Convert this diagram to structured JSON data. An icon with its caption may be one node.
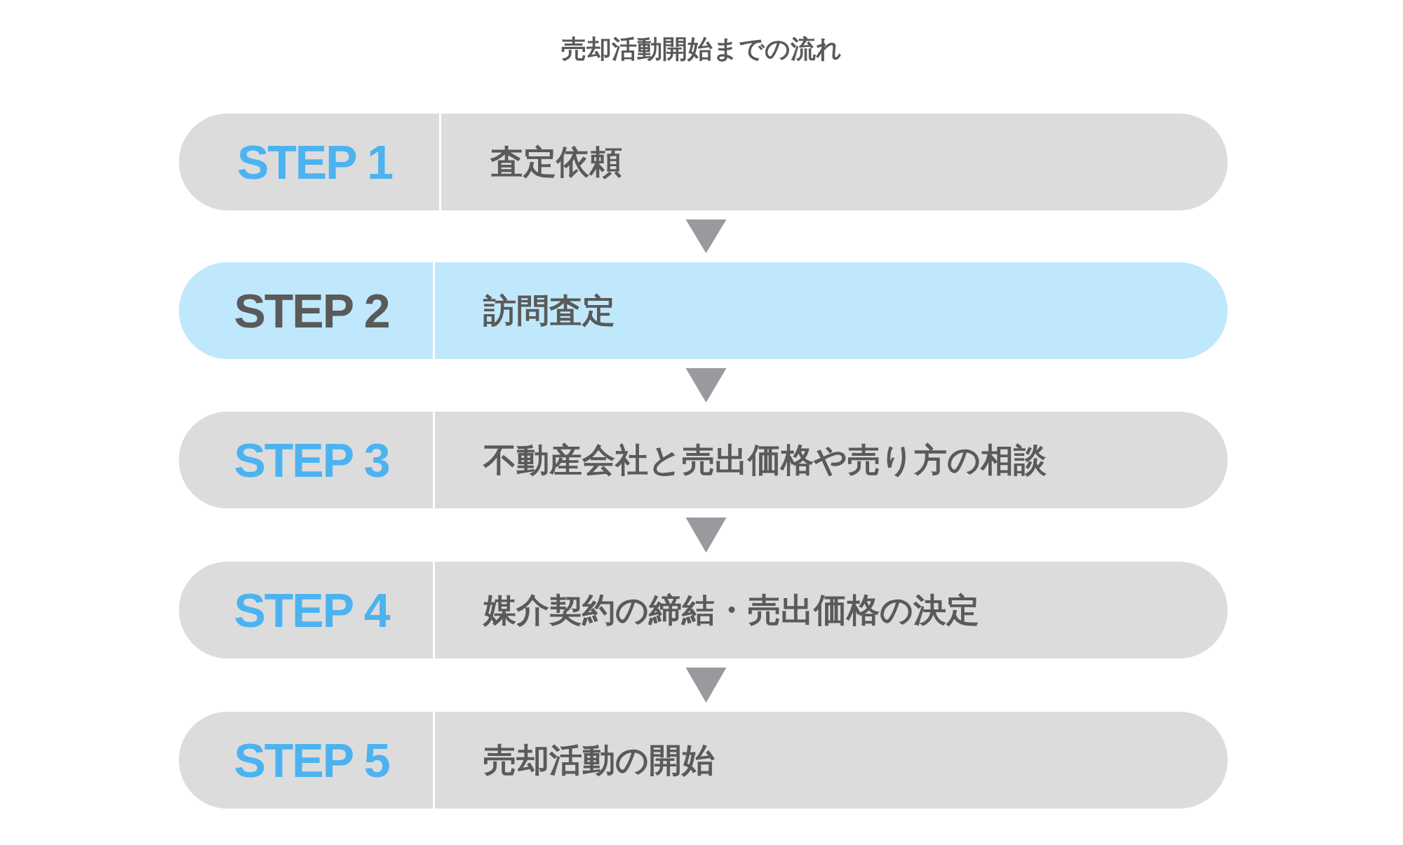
{
  "diagram": {
    "title": "売却活動開始までの流れ",
    "nodes": [
      {
        "text": [
          "STEP 1",
          "査定依頼"
        ]
      },
      {
        "text": [
          "STEP 2",
          "訪問査定"
        ]
      },
      {
        "text": [
          "STEP 3",
          "不動産会社と売出価格や売り方の相談"
        ]
      },
      {
        "text": [
          "STEP 4",
          "媒介契約の締結・売出価格の決定"
        ]
      },
      {
        "text": [
          "STEP 5",
          "売却活動の開始"
        ]
      }
    ],
    "edges": [
      {
        "from": 0,
        "to": 1,
        "arrow": "to"
      },
      {
        "from": 1,
        "to": 2,
        "arrow": "to"
      },
      {
        "from": 2,
        "to": 3,
        "arrow": "to"
      },
      {
        "from": 3,
        "to": 4,
        "arrow": "to"
      }
    ]
  }
}
